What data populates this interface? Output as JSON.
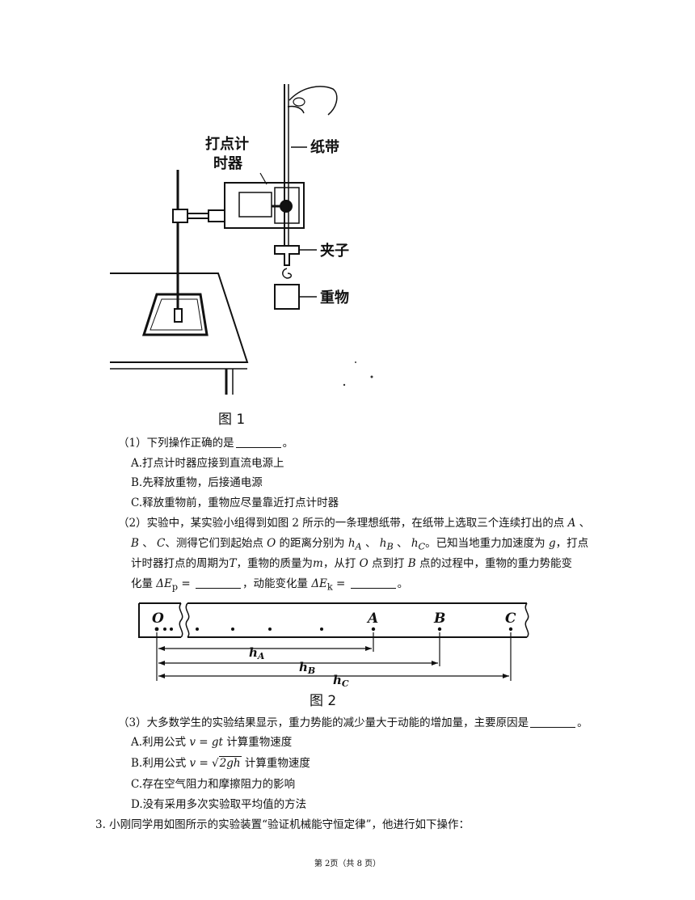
{
  "figure1": {
    "caption": "图 1",
    "labels": {
      "timer_line1": "打点计",
      "timer_line2": "时器",
      "tape": "纸带",
      "clamp": "夹子",
      "weight": "重物"
    }
  },
  "q1": {
    "stem": "（1）下列操作正确的是",
    "end": "。",
    "options": [
      "A.打点计时器应接到直流电源上",
      "B.先释放重物，后接通电源",
      "C.释放重物前，重物应尽量靠近打点计时器"
    ]
  },
  "q2": {
    "line1": "（2）实验中，某实验小组得到如图 2 所示的一条理想纸带，在纸带上选取三个连续打出的点",
    "line2a": "、测得它们到起始点",
    "line2b": "的距离分别为",
    "line2c": "。已知当地重力加速度为",
    "line2d": "，打点",
    "line3a": "计时器打点的周期为",
    "line3b": "，重物的质量为",
    "line3c": "，从打",
    "line3d": "点到打",
    "line3e": "点的过程中，重物的重力势能变",
    "line4a": "化量",
    "line4b": "，动能变化量",
    "line4c": "。"
  },
  "figure2": {
    "caption": "图 2",
    "points": [
      "O",
      "A",
      "B",
      "C"
    ],
    "dims": [
      "h",
      "h",
      "h"
    ],
    "subs": [
      "A",
      "B",
      "C"
    ]
  },
  "q3": {
    "stem": "（3）大多数学生的实验结果显示，重力势能的减少量大于动能的增加量，主要原因是",
    "end": "。",
    "optA_pre": "A.利用公式",
    "optA_post": "计算重物速度",
    "optB_pre": "B.利用公式",
    "optB_post": "计算重物速度",
    "optC": "C.存在空气阻力和摩擦阻力的影响",
    "optD": "D.没有采用多次实验取平均值的方法"
  },
  "q_next": "3. 小刚同学用如图所示的实验装置“验证机械能守恒定律”，他进行如下操作：",
  "footer": "第 2页（共 8 页）"
}
